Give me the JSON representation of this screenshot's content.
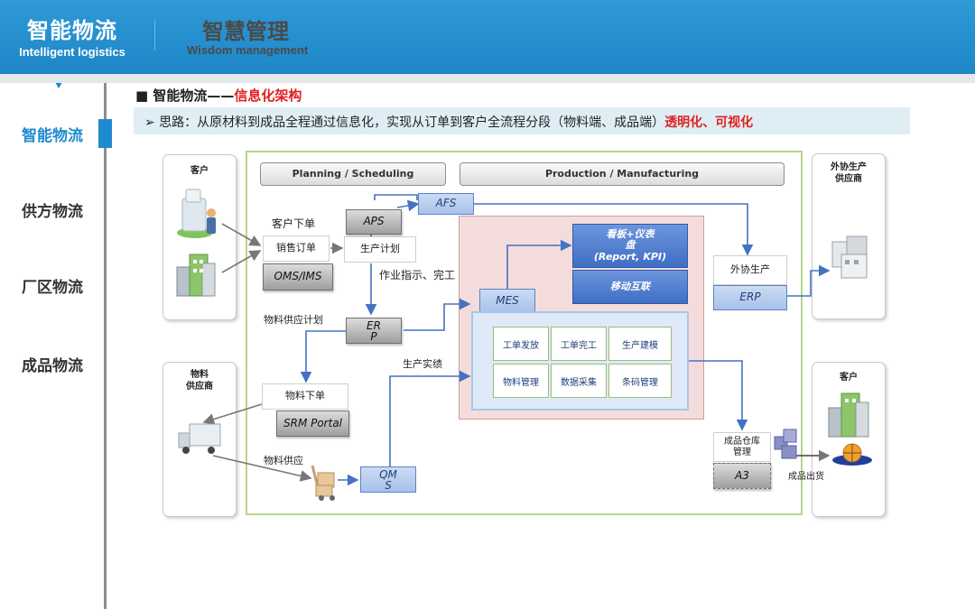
{
  "header": {
    "brand_cn": "智能物流",
    "brand_en": "Intelligent logistics",
    "section_cn": "智慧管理",
    "section_en": "Wisdom management"
  },
  "sidebar": {
    "items": [
      {
        "label": "智能物流",
        "active": true
      },
      {
        "label": "供方物流",
        "active": false
      },
      {
        "label": "厂区物流",
        "active": false
      },
      {
        "label": "成品物流",
        "active": false
      }
    ]
  },
  "slide": {
    "title_prefix": "智能物流——",
    "title_highlight": "信息化架构",
    "intro": "思路：从原材料到成品全程通过信息化，实现从订单到客户全流程分段（物料端、成品端）",
    "intro_highlight": "透明化、可视化"
  },
  "diagram": {
    "panels": {
      "customer_top": "客户",
      "supplier_out": "外协生产\n供应商",
      "material_supplier": "物料\n供应商",
      "customer_bottom": "客户"
    },
    "headers": {
      "planning": "Planning / Scheduling",
      "production": "Production / Manufacturing"
    },
    "boxes": {
      "aps": "APS",
      "afs": "AFS",
      "sales_order": "销售订单",
      "production_plan": "生产计划",
      "oms_ims": "OMS/IMS",
      "dashboard": "看板+仪表\n盘\n(Report, KPI)",
      "mobile": "移动互联",
      "mes": "MES",
      "erp_center": "ER\nP",
      "outsource_prod": "外协生产",
      "erp_right": "ERP",
      "material_order": "物料下单",
      "srm": "SRM Portal",
      "wms": "QM\nS",
      "fg_warehouse": "成品仓库\n管理",
      "a3": "A3"
    },
    "labels": {
      "customer_order": "客户下单",
      "work_instruction": "作业指示、完工",
      "material_plan": "物料供应计划",
      "production_actual": "生产实绩",
      "material_supply": "物料供应",
      "fg_shipping": "成品出货"
    },
    "mes_cells": [
      "工单发放",
      "工单完工",
      "生产建模",
      "物料管理",
      "数据采集",
      "条码管理"
    ],
    "colors": {
      "brand_blue": "#1f8ad0",
      "highlight_red": "#e02020",
      "arrow_blue": "#4472c4",
      "frame_green": "#b7d58c",
      "pink_zone": "#f4dcdc"
    }
  }
}
